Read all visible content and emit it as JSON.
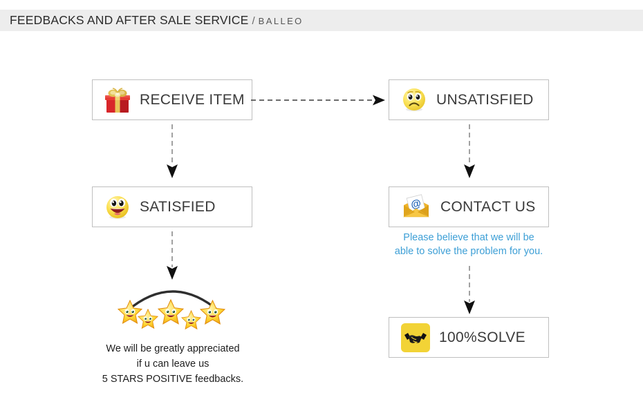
{
  "header": {
    "title": "FEEDBACKS AND AFTER SALE SERVICE",
    "separator": "/",
    "brand": "BALLEO"
  },
  "flow": {
    "boxes": [
      {
        "id": "receive",
        "label": "RECEIVE ITEM",
        "icon": "gift-box-icon"
      },
      {
        "id": "unsatisfied",
        "label": "UNSATISFIED",
        "icon": "sad-face-icon"
      },
      {
        "id": "satisfied",
        "label": "SATISFIED",
        "icon": "happy-face-icon"
      },
      {
        "id": "contact",
        "label": "CONTACT US",
        "icon": "email-envelope-icon"
      },
      {
        "id": "solve",
        "label": "100%SOLVE",
        "icon": "handshake-icon"
      }
    ],
    "arrows": [
      {
        "id": "receive-to-unsatisfied",
        "direction": "right"
      },
      {
        "id": "receive-to-satisfied",
        "direction": "down"
      },
      {
        "id": "unsatisfied-to-contact",
        "direction": "down"
      },
      {
        "id": "satisfied-to-stars",
        "direction": "down"
      },
      {
        "id": "contact-to-solve",
        "direction": "down"
      }
    ]
  },
  "notes": {
    "blue_line1": "Please believe that we will be",
    "blue_line2": "able to solve the problem for you.",
    "bottom_line1": "We will be greatly appreciated",
    "bottom_line2": "if u can leave us",
    "bottom_line3": "5 STARS POSITIVE feedbacks."
  },
  "rating": {
    "star_count": 5,
    "star_icon": "smiling-star-icon"
  },
  "colors": {
    "header_band": "#ededed",
    "box_border": "#bfbfbf",
    "box_label": "#3a3a3a",
    "blue_note": "#3d9fd6",
    "arrow": "#333333",
    "star_yellow": "#ffd733",
    "handshake_yellow": "#f2d336",
    "envelope_yellow": "#f0b429",
    "gift_red": "#d8262a"
  }
}
